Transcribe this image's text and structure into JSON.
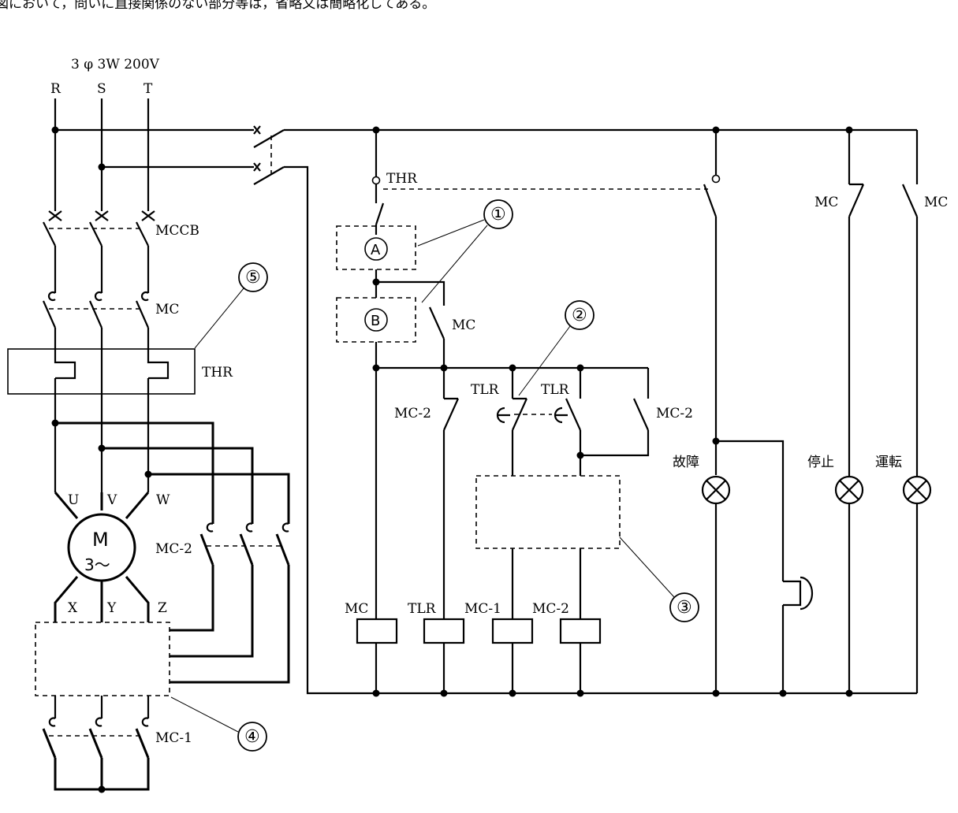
{
  "header": {
    "top_note": "図において，問いに直接関係のない部分等は，省略又は簡略化してある。"
  },
  "supply": {
    "label": "3 φ 3W 200V",
    "phases": [
      "R",
      "S",
      "T"
    ]
  },
  "devices": {
    "mccb": "MCCB",
    "mc": "MC",
    "thr": "THR",
    "mc1": "MC-1",
    "mc2": "MC-2",
    "tlr": "TLR"
  },
  "motor": {
    "symbol": "M",
    "type": "3〜",
    "terminals_top": [
      "U",
      "V",
      "W"
    ],
    "terminals_bottom": [
      "X",
      "Y",
      "Z"
    ]
  },
  "blanks": {
    "a": "A",
    "b": "B"
  },
  "lamps": {
    "fault": "故障",
    "stop": "停止",
    "run": "運転"
  },
  "coils": [
    "MC",
    "TLR",
    "MC-1",
    "MC-2"
  ],
  "callouts": [
    "①",
    "②",
    "③",
    "④",
    "⑤"
  ]
}
